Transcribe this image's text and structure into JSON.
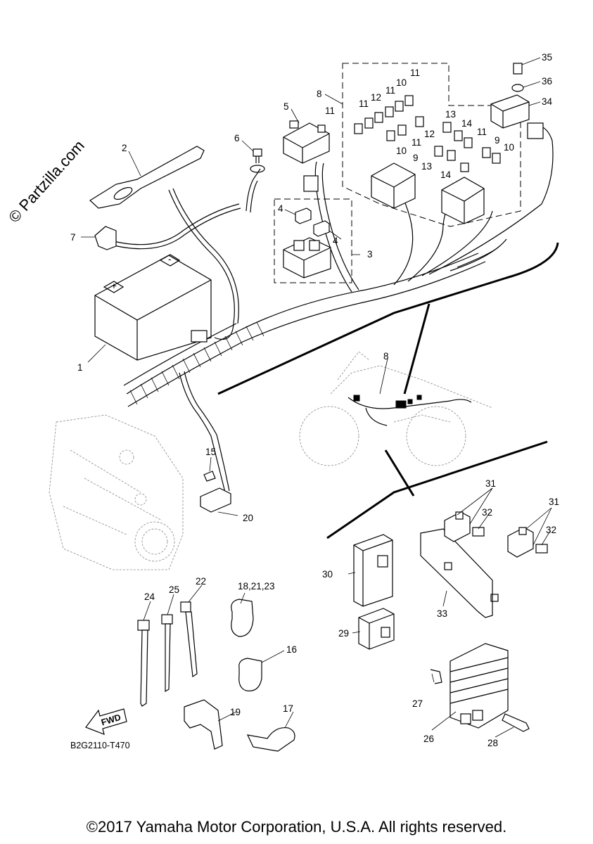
{
  "watermark": "© Partzilla.com",
  "diagram_code": "B2G2110-T470",
  "fwd_label": "FWD",
  "copyright": "©2017 Yamaha Motor Corporation, U.S.A. All rights reserved.",
  "callouts": {
    "c1": "1",
    "c2": "2",
    "c3": "3",
    "c4a": "4",
    "c4b": "4",
    "c5": "5",
    "c6": "6",
    "c7": "7",
    "c8": "8",
    "c8b": "8",
    "c9a": "9",
    "c9b": "9",
    "c10a": "10",
    "c10b": "10",
    "c10c": "10",
    "c11a": "11",
    "c11b": "11",
    "c11c": "11",
    "c11d": "11",
    "c11e": "11",
    "c11f": "11",
    "c12a": "12",
    "c12b": "12",
    "c13a": "13",
    "c13b": "13",
    "c14a": "14",
    "c14b": "14",
    "c15": "15",
    "c16": "16",
    "c17": "17",
    "c18": "18,21,23",
    "c19": "19",
    "c20": "20",
    "c22": "22",
    "c24": "24",
    "c25": "25",
    "c26": "26",
    "c27": "27",
    "c28": "28",
    "c29": "29",
    "c30": "30",
    "c31a": "31",
    "c31b": "31",
    "c32a": "32",
    "c32b": "32",
    "c33": "33",
    "c34": "34",
    "c35": "35",
    "c36": "36"
  }
}
